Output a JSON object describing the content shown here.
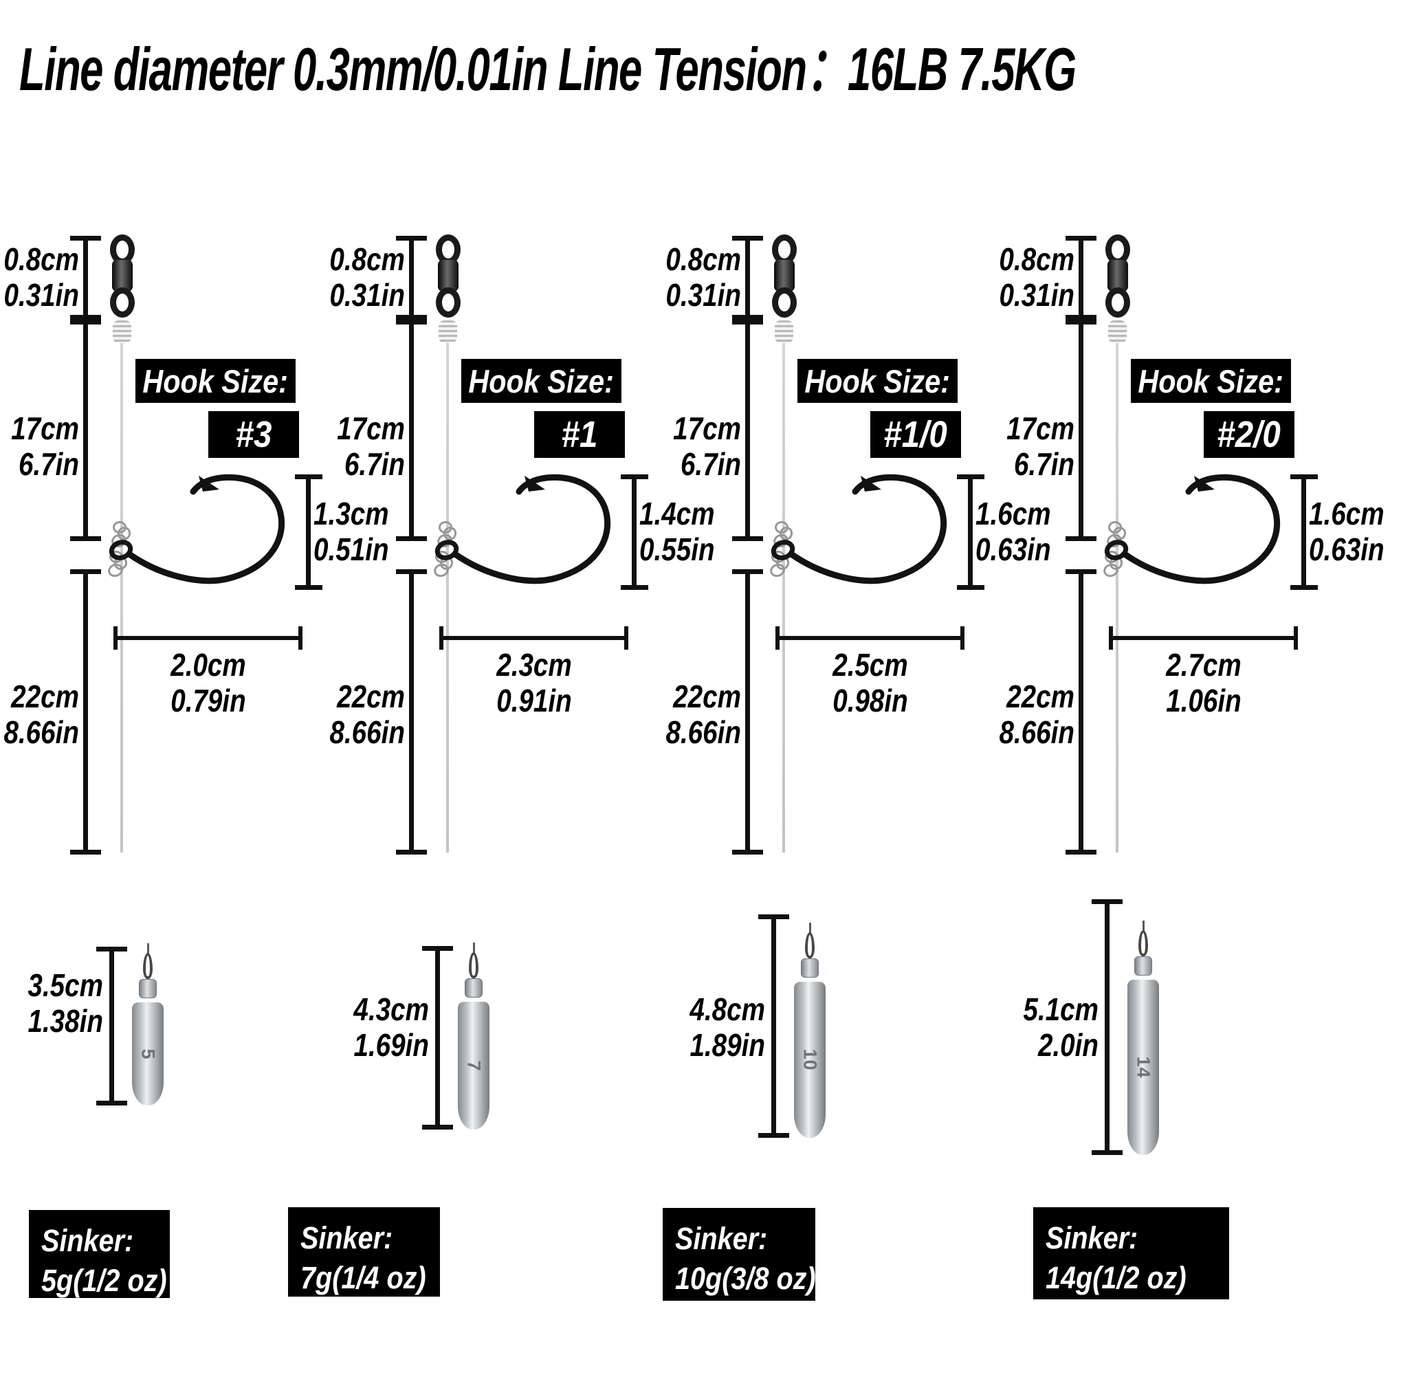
{
  "title": "Line diameter 0.3mm/0.01in  Line Tension：16LB  7.5KG",
  "columns": [
    {
      "swivel_len_cm": "0.8cm",
      "swivel_len_in": "0.31in",
      "upper_line_cm": "17cm",
      "upper_line_in": "6.7in",
      "lower_line_cm": "22cm",
      "lower_line_in": "8.66in",
      "hook_size_label": "Hook Size:",
      "hook_size": "#3",
      "hook_height_cm": "1.3cm",
      "hook_height_in": "0.51in",
      "hook_width_cm": "2.0cm",
      "hook_width_in": "0.79in",
      "sinker_len_cm": "3.5cm",
      "sinker_len_in": "1.38in",
      "sinker_stamp": "5",
      "sinker_label_title": "Sinker:",
      "sinker_label_weight": "5g(1/2 oz)"
    },
    {
      "swivel_len_cm": "0.8cm",
      "swivel_len_in": "0.31in",
      "upper_line_cm": "17cm",
      "upper_line_in": "6.7in",
      "lower_line_cm": "22cm",
      "lower_line_in": "8.66in",
      "hook_size_label": "Hook Size:",
      "hook_size": "#1",
      "hook_height_cm": "1.4cm",
      "hook_height_in": "0.55in",
      "hook_width_cm": "2.3cm",
      "hook_width_in": "0.91in",
      "sinker_len_cm": "4.3cm",
      "sinker_len_in": "1.69in",
      "sinker_stamp": "7",
      "sinker_label_title": "Sinker:",
      "sinker_label_weight": "7g(1/4 oz)"
    },
    {
      "swivel_len_cm": "0.8cm",
      "swivel_len_in": "0.31in",
      "upper_line_cm": "17cm",
      "upper_line_in": "6.7in",
      "lower_line_cm": "22cm",
      "lower_line_in": "8.66in",
      "hook_size_label": "Hook Size:",
      "hook_size": "#1/0",
      "hook_height_cm": "1.6cm",
      "hook_height_in": "0.63in",
      "hook_width_cm": "2.5cm",
      "hook_width_in": "0.98in",
      "sinker_len_cm": "4.8cm",
      "sinker_len_in": "1.89in",
      "sinker_stamp": "10",
      "sinker_label_title": "Sinker:",
      "sinker_label_weight": "10g(3/8 oz)"
    },
    {
      "swivel_len_cm": "0.8cm",
      "swivel_len_in": "0.31in",
      "upper_line_cm": "17cm",
      "upper_line_in": "6.7in",
      "lower_line_cm": "22cm",
      "lower_line_in": "8.66in",
      "hook_size_label": "Hook Size:",
      "hook_size": "#2/0",
      "hook_height_cm": "1.6cm",
      "hook_height_in": "0.63in",
      "hook_width_cm": "2.7cm",
      "hook_width_in": "1.06in",
      "sinker_len_cm": "5.1cm",
      "sinker_len_in": "2.0in",
      "sinker_stamp": "14",
      "sinker_label_title": "Sinker:",
      "sinker_label_weight": "14g(1/2 oz)"
    }
  ]
}
